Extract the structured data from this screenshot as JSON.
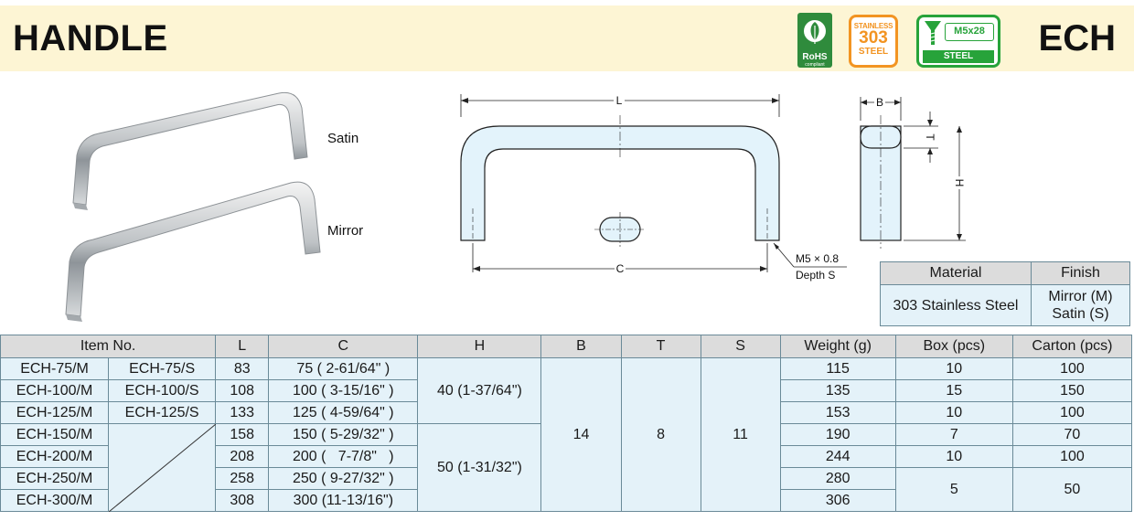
{
  "header": {
    "title": "HANDLE",
    "series": "ECH",
    "badges": {
      "rohs_label": "RoHS",
      "rohs_sub": "compliant",
      "stainless_top": "STAINLESS",
      "stainless_num": "303",
      "stainless_bottom": "STEEL",
      "screw_size": "M5x28",
      "screw_material": "STEEL"
    },
    "colors": {
      "header_bg": "#fdf5d4",
      "rohs": "#2f8b3c",
      "stainless": "#f29422",
      "screw": "#27a33a"
    }
  },
  "photos": {
    "satin_label": "Satin",
    "mirror_label": "Mirror"
  },
  "drawing": {
    "dim_L": "L",
    "dim_C": "C",
    "dim_B": "B",
    "dim_T": "T",
    "dim_H": "H",
    "thread_note": "M5 × 0.8",
    "depth_note": "Depth S"
  },
  "material_table": {
    "headers": [
      "Material",
      "Finish"
    ],
    "material": "303 Stainless Steel",
    "finish_line1": "Mirror (M)",
    "finish_line2": "Satin (S)"
  },
  "spec_table": {
    "headers": [
      "Item No.",
      "L",
      "C",
      "H",
      "B",
      "T",
      "S",
      "Weight (g)",
      "Box (pcs)",
      "Carton (pcs)"
    ],
    "rows": [
      {
        "item_m": "ECH-75/M",
        "item_s": "ECH-75/S",
        "L": "83",
        "C": "75 ( 2-61/64\" )",
        "weight": "115",
        "box": "10",
        "carton": "100"
      },
      {
        "item_m": "ECH-100/M",
        "item_s": "ECH-100/S",
        "L": "108",
        "C": "100 ( 3-15/16\" )",
        "weight": "135",
        "box": "15",
        "carton": "150"
      },
      {
        "item_m": "ECH-125/M",
        "item_s": "ECH-125/S",
        "L": "133",
        "C": "125 ( 4-59/64\" )",
        "weight": "153",
        "box": "10",
        "carton": "100"
      },
      {
        "item_m": "ECH-150/M",
        "item_s": "",
        "L": "158",
        "C": "150 ( 5-29/32\" )",
        "weight": "190",
        "box": "7",
        "carton": "70"
      },
      {
        "item_m": "ECH-200/M",
        "item_s": "",
        "L": "208",
        "C": "200 (   7-7/8\"   )",
        "weight": "244",
        "box": "10",
        "carton": "100"
      },
      {
        "item_m": "ECH-250/M",
        "item_s": "",
        "L": "258",
        "C": "250 ( 9-27/32\" )",
        "weight": "280",
        "box": "5",
        "carton": "50"
      },
      {
        "item_m": "ECH-300/M",
        "item_s": "",
        "L": "308",
        "C": "300 (11-13/16\")",
        "weight": "306",
        "box": "",
        "carton": ""
      }
    ],
    "H_group1": "40 (1-37/64\")",
    "H_group2": "50 (1-31/32\")",
    "B": "14",
    "T": "8",
    "S": "11"
  }
}
